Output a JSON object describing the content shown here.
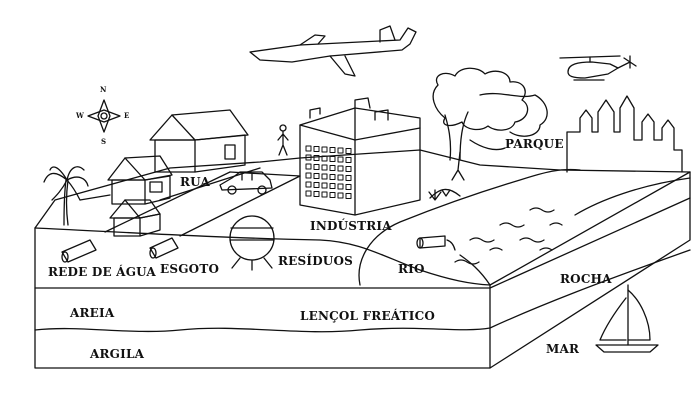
{
  "labels": {
    "rua": "RUA",
    "parque": "PARQUE",
    "industria": "INDÚSTRIA",
    "rede_de_agua": "REDE DE ÁGUA",
    "esgoto": "ESGOTO",
    "residuos": "RESÍDUOS",
    "rio": "RIO",
    "rocha": "ROCHA",
    "areia": "AREIA",
    "lencol_freatico": "LENÇOL FREÁTICO",
    "argila": "ARGILA",
    "mar": "MAR"
  },
  "compass": {
    "north": "N",
    "south": "S",
    "west": "W",
    "east": "E"
  },
  "colors": {
    "ink": "#111111",
    "background": "#ffffff"
  }
}
